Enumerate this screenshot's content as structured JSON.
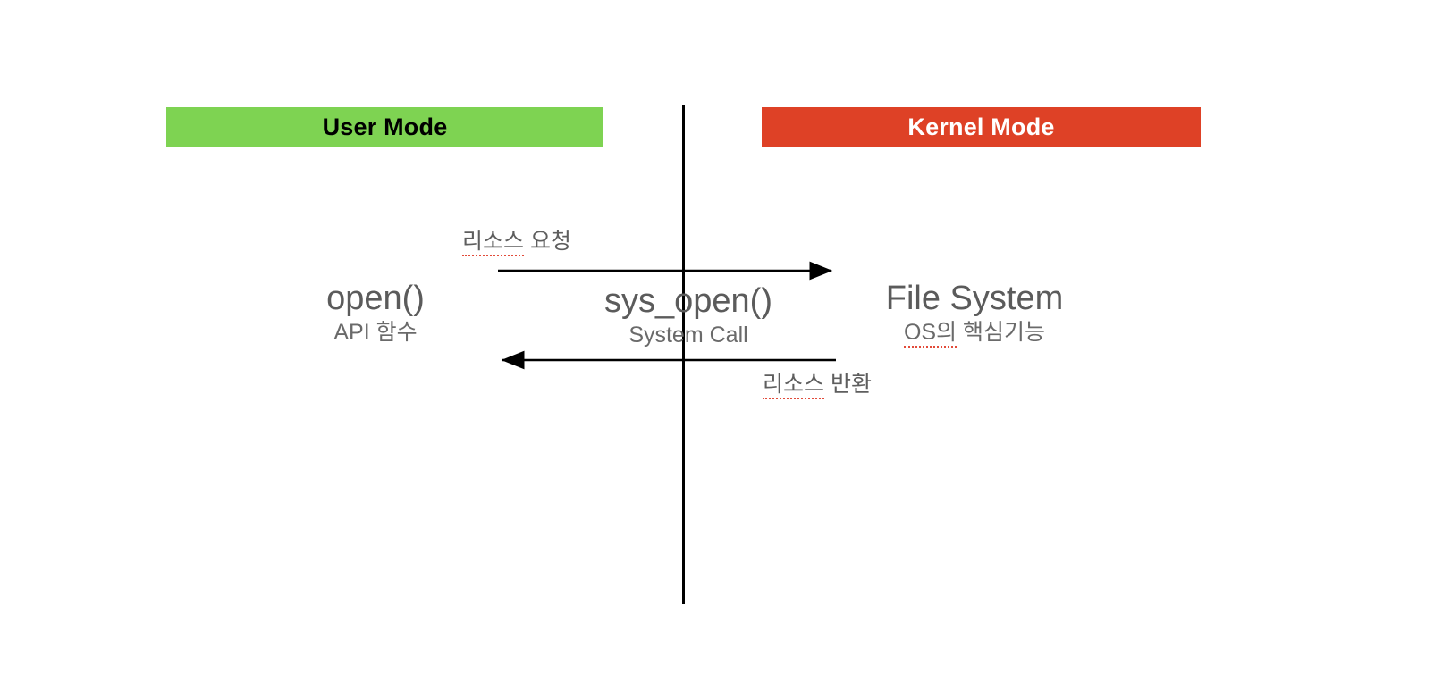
{
  "diagram": {
    "title": "System Call flow between User Mode and Kernel Mode",
    "background_color": "#ffffff",
    "banners": {
      "user_mode": {
        "label": "User Mode",
        "background_color": "#7ed352",
        "text_color": "#000000"
      },
      "kernel_mode": {
        "label": "Kernel Mode",
        "background_color": "#de4126",
        "text_color": "#ffffff"
      }
    },
    "divider": {
      "name": "mode-boundary-line",
      "color": "#000000"
    },
    "nodes": [
      {
        "id": "open",
        "title": "open()",
        "subtitle": "API 함수",
        "side": "user-mode"
      },
      {
        "id": "sys_open",
        "title": "sys_open()",
        "subtitle": "System Call",
        "side": "boundary"
      },
      {
        "id": "file_system",
        "title": "File System",
        "subtitle_prefix": "OS의",
        "subtitle_rest": " 핵심기능",
        "subtitle": "OS의 핵심기능",
        "side": "kernel-mode"
      }
    ],
    "arrows": [
      {
        "id": "request",
        "caption_prefix": "리소스",
        "caption_rest": " 요청",
        "caption": "리소스 요청",
        "direction": "right",
        "from": "user-mode",
        "to": "kernel-mode",
        "color": "#000000"
      },
      {
        "id": "return",
        "caption_prefix": "리소스",
        "caption_rest": " 반환",
        "caption": "리소스 반환",
        "direction": "left",
        "from": "kernel-mode",
        "to": "user-mode",
        "color": "#000000"
      }
    ]
  }
}
